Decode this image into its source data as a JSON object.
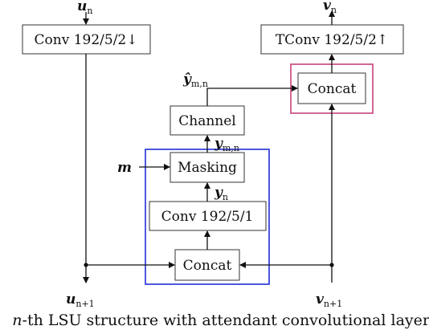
{
  "blocks": {
    "conv_down": "Conv 192/5/2↓",
    "tconv_up": "TConv 192/5/2↑",
    "concat_top": "Concat",
    "channel": "Channel",
    "masking": "Masking",
    "conv_mid": "Conv 192/5/1",
    "concat_bottom": "Concat"
  },
  "signals": {
    "u_n": {
      "base": "u",
      "sub": "n"
    },
    "v_n": {
      "base": "v",
      "sub": "n"
    },
    "y_hat": {
      "base": "ŷ",
      "sub": "m,n"
    },
    "y_m": {
      "base": "y",
      "sub": "m,n"
    },
    "y_n": {
      "base": "y",
      "sub": "n"
    },
    "m": {
      "base": "m",
      "sub": ""
    },
    "u_next": {
      "base": "u",
      "sub": "n+1"
    },
    "v_next": {
      "base": "v",
      "sub": "n+1"
    }
  },
  "caption": {
    "prefix": "n",
    "text": "-th LSU structure with attendant convolutional layers"
  },
  "colors": {
    "line": "#111111",
    "blue_box": "#1f2fd6",
    "pink_box": "#c8407a"
  }
}
